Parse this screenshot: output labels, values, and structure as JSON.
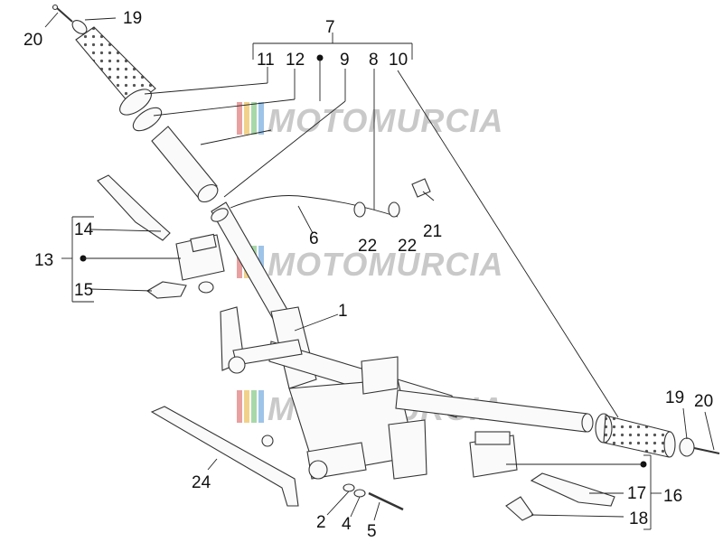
{
  "watermark": {
    "text": "MOTOMURCIA",
    "text_color": "#c9c9c9",
    "stripe_colors": [
      "#e8a0a0",
      "#f2d28a",
      "#a8d8a8",
      "#9ec4e8"
    ]
  },
  "labels": {
    "l1": "1",
    "l2": "2",
    "l4": "4",
    "l5": "5",
    "l6": "6",
    "l7": "7",
    "l8": "8",
    "l9": "9",
    "l10": "10",
    "l11": "11",
    "l12": "12",
    "l13": "13",
    "l14": "14",
    "l15": "15",
    "l16": "16",
    "l17": "17",
    "l18": "18",
    "l19a": "19",
    "l20a": "20",
    "l19b": "19",
    "l20b": "20",
    "l21": "21",
    "l22a": "22",
    "l22b": "22",
    "l24": "24"
  }
}
